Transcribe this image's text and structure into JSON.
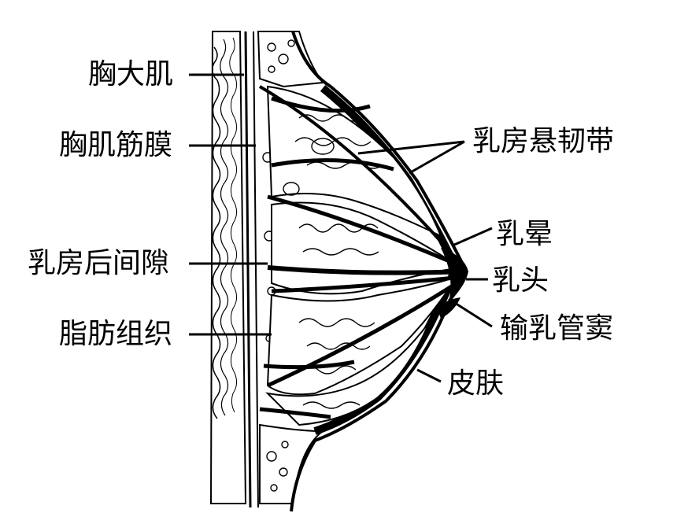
{
  "labels": {
    "pectoralis_major": "胸大肌",
    "pectoral_fascia": "胸肌筋膜",
    "suspensory_ligaments": "乳房悬韧带",
    "areola": "乳晕",
    "retromammary_space": "乳房后间隙",
    "nipple": "乳头",
    "adipose_tissue": "脂肪组织",
    "lactiferous_sinus": "输乳管窦",
    "skin": "皮肤"
  }
}
